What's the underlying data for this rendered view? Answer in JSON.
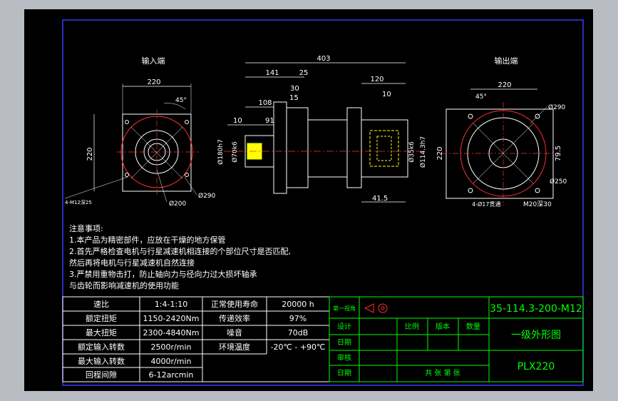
{
  "colors": {
    "frame": "#3a3aff",
    "dim": "#ffffff",
    "part": "#ff3030",
    "yellow": "#ffff00",
    "green": "#00ff00",
    "title": "#00ff00"
  },
  "views": {
    "input_title": "输入端",
    "output_title": "输出端"
  },
  "input_dims": {
    "w220_top": "220",
    "angle": "45°",
    "h220": "220",
    "d200": "Ø200",
    "d290": "Ø290",
    "holes": "4-M12深25"
  },
  "side_dims": {
    "total": "403",
    "d141": "141",
    "d25": "25",
    "d120": "120",
    "d30": "30",
    "d15": "15",
    "d108": "108",
    "d10_right": "10",
    "d10_left": "10",
    "d91": "91",
    "d180": "Ø180h7",
    "d70": "Ø70k6",
    "d36": "Ø35k6",
    "d114": "Ø114.3h7",
    "d41": "41.5"
  },
  "output_dims": {
    "w220": "220",
    "angle": "45°",
    "d290": "Ø290",
    "h220": "220",
    "d79": "79.5",
    "d250": "Ø250",
    "thru": "4-Ø17贯通",
    "m20": "M20深30"
  },
  "notes": {
    "heading": "注意事项:",
    "lines": [
      "1.本产品为精密部件，应放在干燥的地方保管",
      "2.首先严格检查电机与行星减速机相连接的个部位尺寸是否匹配,",
      "然后再将电机与行星减速机自然连接",
      "3.严禁用重物击打，防止轴向力与径向力过大损坏轴承",
      "与齿轮而影响减速机的使用功能"
    ]
  },
  "spec_table": [
    [
      "速比",
      "1:4-1:10",
      "正常使用寿命",
      "20000 h"
    ],
    [
      "额定扭矩",
      "1150-2420Nm",
      "传递效率",
      "97%"
    ],
    [
      "最大扭矩",
      "2300-4840Nm",
      "噪音",
      "70dB"
    ],
    [
      "额定输入转数",
      "2500r/min",
      "环境温度",
      "-20℃ - +90℃"
    ],
    [
      "最大输入转数",
      "4000r/min",
      "",
      ""
    ],
    [
      "回程间隙",
      "6-12arcmin",
      "",
      ""
    ]
  ],
  "title_block": {
    "projection": "第一视角",
    "rows": [
      "设计",
      "日期",
      "审核",
      "日期"
    ],
    "cols": [
      "比例",
      "版本",
      "数量"
    ],
    "sheet_text": "共  张  第  张",
    "code": "35-114.3-200-M12",
    "name": "一级外形图",
    "model": "PLX220"
  }
}
